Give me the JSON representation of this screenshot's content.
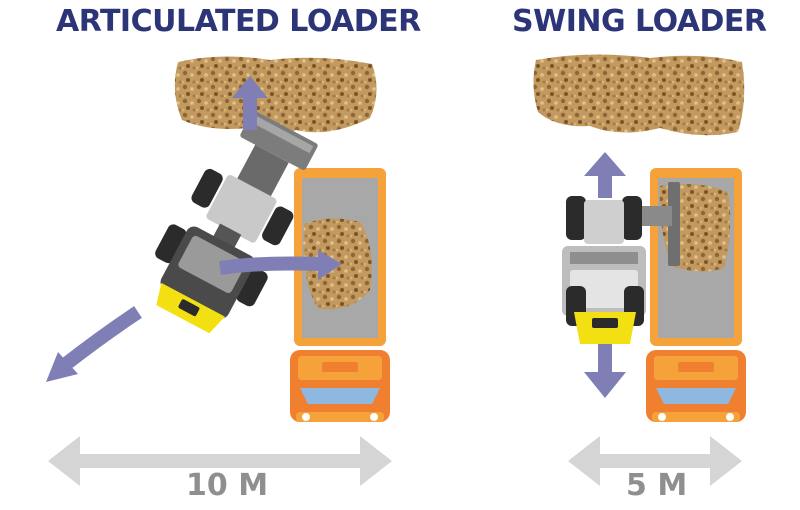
{
  "left_panel": {
    "title": "ARTICULATED LOADER",
    "distance": "10 M"
  },
  "right_panel": {
    "title": "SWING LOADER",
    "distance": "5 M"
  },
  "colors": {
    "title": "#2c3577",
    "arrow": "#7f7fb6",
    "dimension": "#d5d5d5",
    "dimension_text": "#8f8f8f",
    "truck_orange": "#f5a23a",
    "truck_bed": "#a8a8a8",
    "loader_yellow": "#f3e012",
    "material": "#b8894e"
  },
  "icons": [
    "double-arrow-icon",
    "curved-arrow-icon",
    "loader-illustration",
    "truck-illustration",
    "material-pile-illustration"
  ]
}
